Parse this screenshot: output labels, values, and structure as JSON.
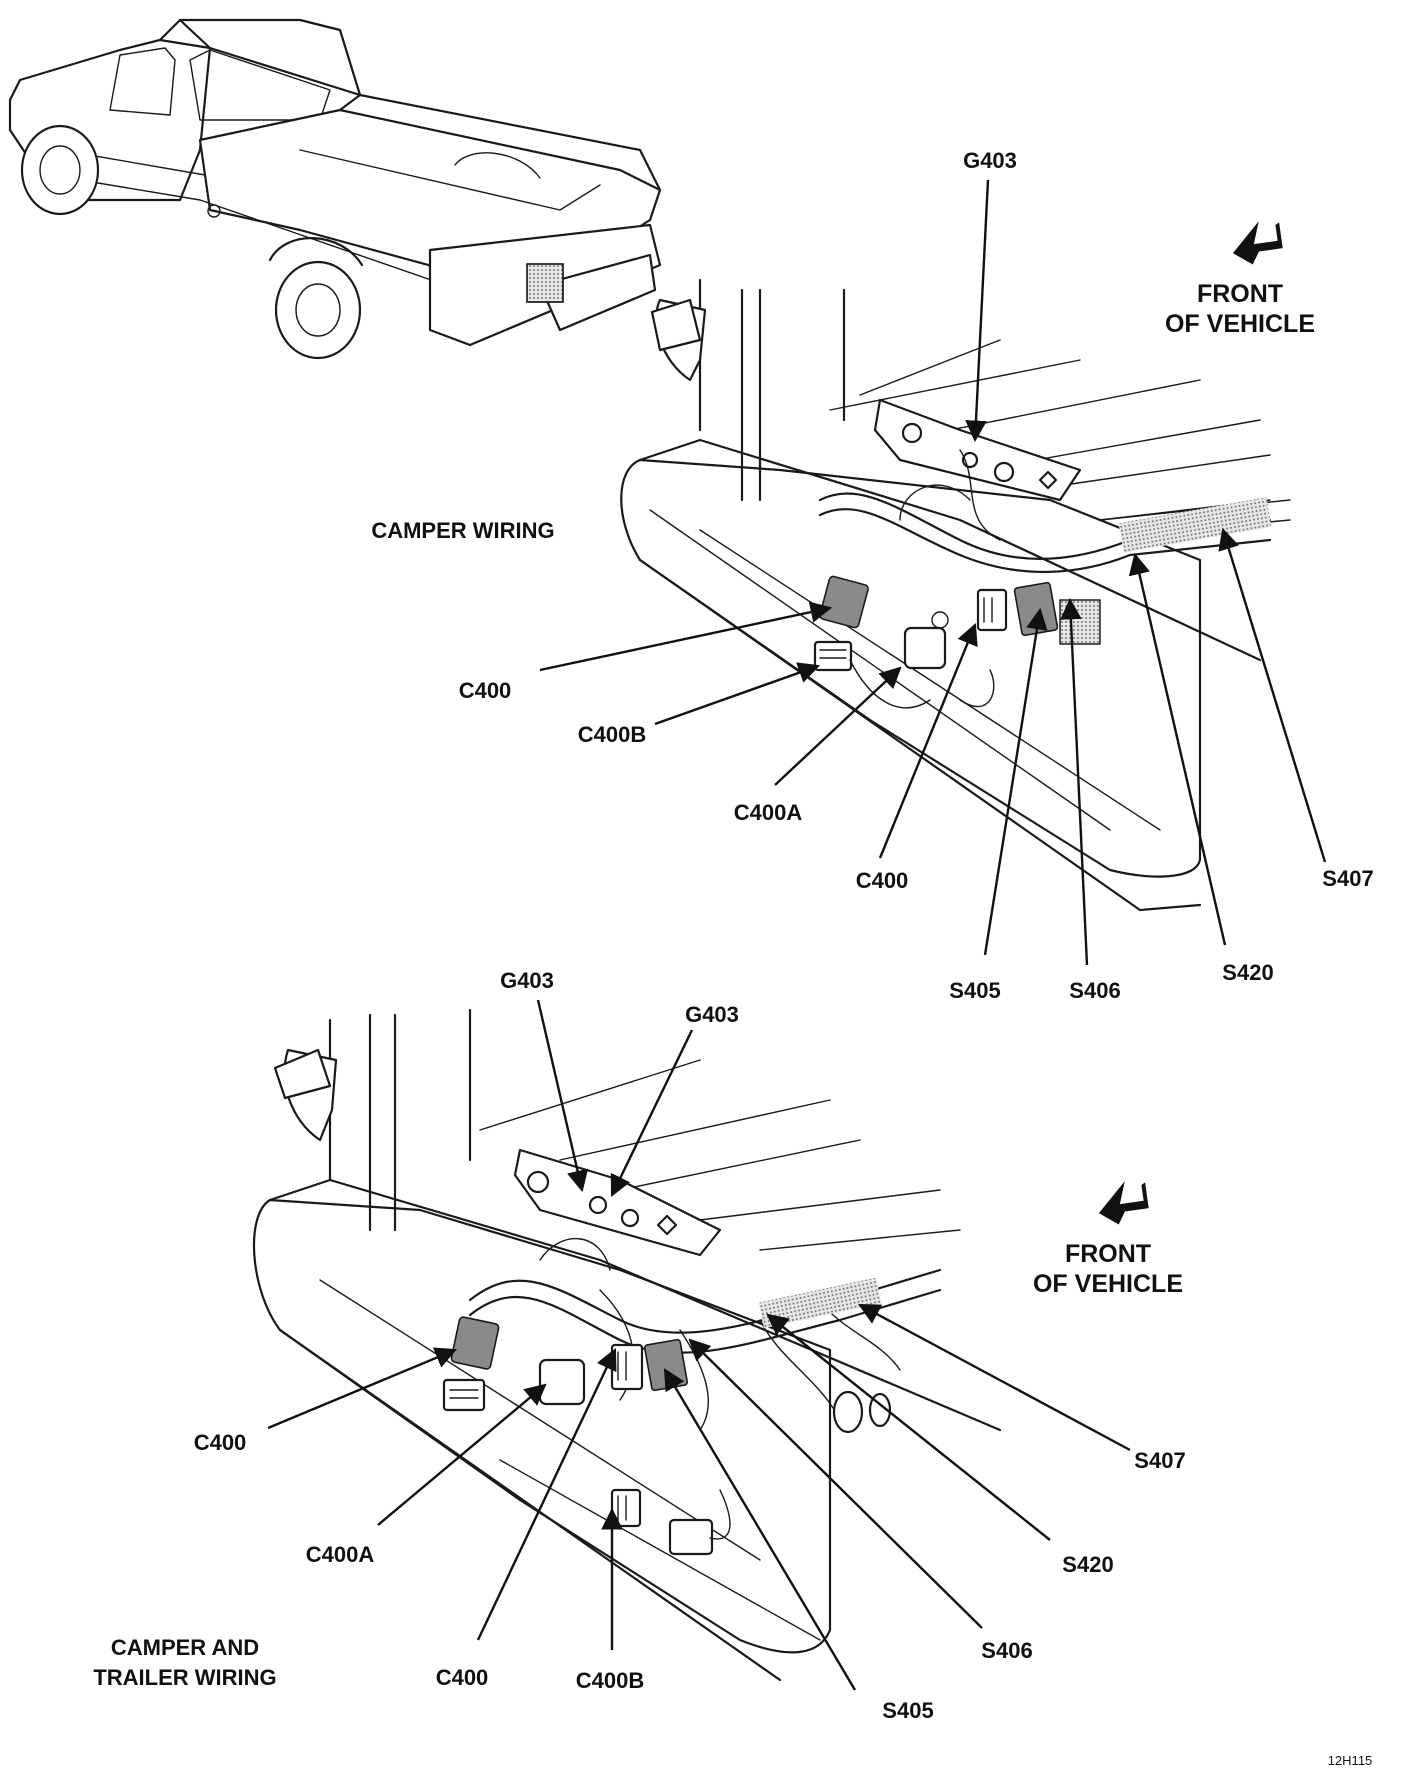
{
  "figure_code": "12H115",
  "top_section": {
    "title": "CAMPER WIRING",
    "front_label_line1": "FRONT",
    "front_label_line2": "OF VEHICLE",
    "callouts": {
      "g403": "G403",
      "c400_left": "C400",
      "c400b": "C400B",
      "c400a": "C400A",
      "c400_right": "C400",
      "s405": "S405",
      "s406": "S406",
      "s420": "S420",
      "s407": "S407"
    }
  },
  "bottom_section": {
    "title_line1": "CAMPER AND",
    "title_line2": "TRAILER WIRING",
    "front_label_line1": "FRONT",
    "front_label_line2": "OF VEHICLE",
    "callouts": {
      "g403_a": "G403",
      "g403_b": "G403",
      "c400_left": "C400",
      "c400a": "C400A",
      "c400_bottom": "C400",
      "c400b": "C400B",
      "s405": "S405",
      "s406": "S406",
      "s420": "S420",
      "s407": "S407"
    }
  }
}
